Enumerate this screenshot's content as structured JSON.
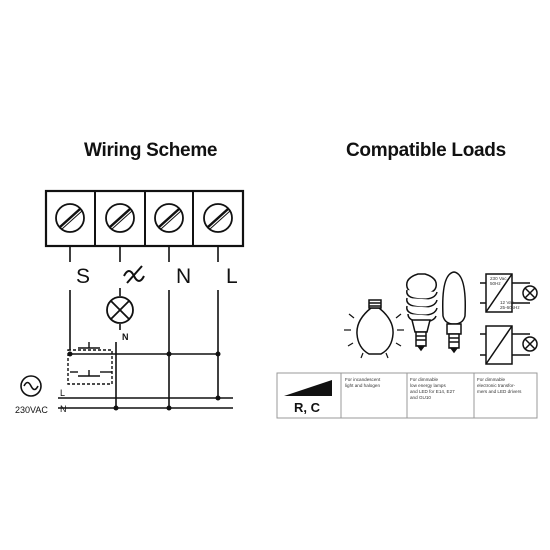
{
  "titles": {
    "wiring": "Wiring Scheme",
    "loads": "Compatible Loads"
  },
  "terminals": {
    "s": "S",
    "n": "N",
    "l": "L",
    "lamp_neutral": "N"
  },
  "supply": {
    "voltage": "230VAC",
    "line": "L",
    "neutral": "N"
  },
  "loads_table": {
    "rc": "R, C",
    "col1": [
      "For incandescent",
      "light and halogen"
    ],
    "col2": [
      "For dimmable",
      "low energy lamps",
      "and LED for E14, E27",
      "and GU10"
    ],
    "col3": [
      "For dimmable",
      "electronic transfor-",
      "mers and LED drivers"
    ]
  },
  "transformer_labels": {
    "top_in": [
      "230 Vac",
      "50Hz"
    ],
    "top_out": [
      "12 Vac",
      "25-60kHz"
    ]
  },
  "colors": {
    "line": "#111111",
    "grid": "#bbbbbb"
  }
}
